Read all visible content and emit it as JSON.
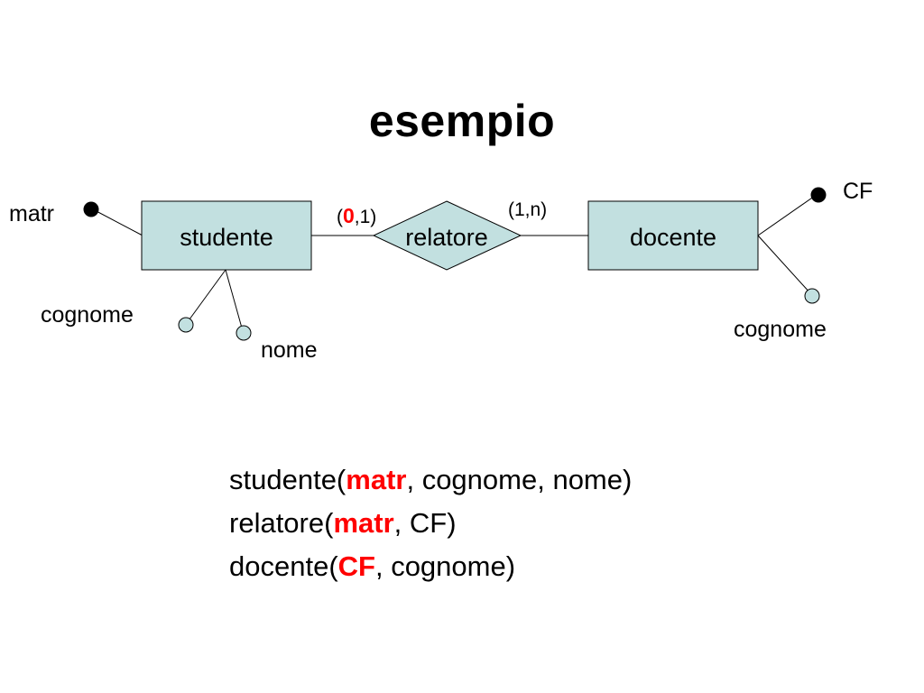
{
  "slide": {
    "title": "esempio"
  },
  "colors": {
    "box_fill": "#c2e0e0",
    "key_red": "#ff0000",
    "line": "#000000"
  },
  "diagram": {
    "entities": {
      "studente": "studente",
      "docente": "docente"
    },
    "relationship": "relatore",
    "cardinality_left": {
      "open": "(",
      "min": "0",
      "rest": ",1)"
    },
    "cardinality_right": "(1,n)",
    "attributes": {
      "studente_key": "matr",
      "studente_cognome": "cognome",
      "studente_nome": "nome",
      "docente_key": "CF",
      "docente_cognome": "cognome"
    }
  },
  "relational_model": [
    {
      "name": "studente(",
      "key": "matr",
      "rest": ", cognome, nome)"
    },
    {
      "name": "relatore(",
      "key": "matr",
      "rest": ", CF)"
    },
    {
      "name": "docente(",
      "key": "CF",
      "rest": ", cognome)"
    }
  ]
}
